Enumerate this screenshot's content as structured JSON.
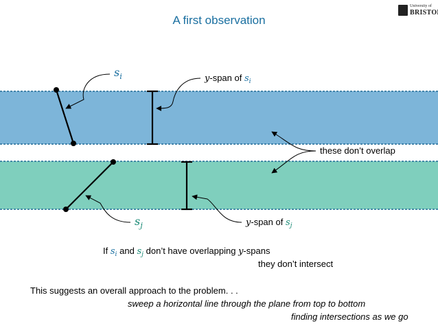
{
  "slide": {
    "title": "A first observation"
  },
  "logo": {
    "line1": "University of",
    "line2": "BRISTOL"
  },
  "colors": {
    "band_top": "#7db5d9",
    "band_bottom": "#7fcfbd",
    "band_border": "#1f6a96",
    "title": "#1a6fa0",
    "symbol_i": "#1a6fa0",
    "symbol_j": "#1a8a76"
  },
  "labels": {
    "si_var": "s",
    "si_sub": "i",
    "sj_var": "s",
    "sj_sub": "j",
    "yspan_var": "y",
    "yspan_text": "-span of ",
    "overlap": "these don’t overlap"
  },
  "text": {
    "if": "If ",
    "and": " and ",
    "no_overlap": " don’t have overlapping ",
    "spans": "-spans",
    "no_intersect": "they don’t intersect",
    "suggests": "This suggests an overall approach to the problem. . .",
    "sweep": "sweep a horizontal line through the plane from top to bottom",
    "finding": "finding intersections as we go"
  }
}
